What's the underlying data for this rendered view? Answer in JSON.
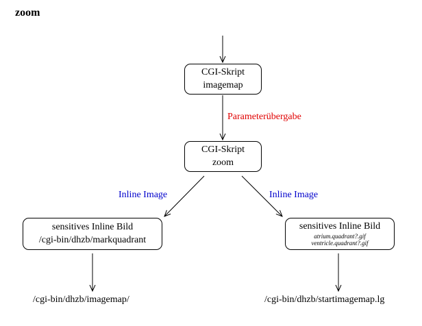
{
  "title": "zoom",
  "nodes": {
    "imagemap": {
      "line1": "CGI-Skript",
      "line2": "imagemap"
    },
    "zoom": {
      "line1": "CGI-Skript",
      "line2": "zoom"
    },
    "left": {
      "line1": "sensitives Inline Bild",
      "line2": "/cgi-bin/dhzb/markquadrant"
    },
    "right": {
      "line1": "sensitives Inline Bild",
      "file1": "atrium.quadrant?.gif",
      "file2": "ventricle.quadrant?.gif"
    }
  },
  "edge_labels": {
    "param": "Parameterübergabe",
    "inline_left": "Inline Image",
    "inline_right": "Inline Image"
  },
  "endpoints": {
    "left": "/cgi-bin/dhzb/imagemap/",
    "right": "/cgi-bin/dhzb/startimagemap.lg"
  },
  "colors": {
    "param_label": "#e00000",
    "inline_label": "#0000cc"
  }
}
